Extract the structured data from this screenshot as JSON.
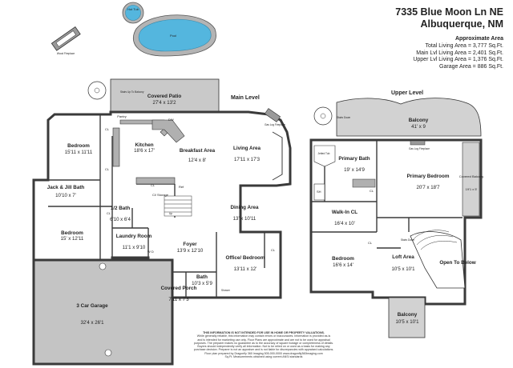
{
  "header": {
    "address_line1": "7335 Blue Moon Ln NE",
    "address_line2": "Albuquerque, NM"
  },
  "areas": {
    "heading": "Approximate Area",
    "total": "Total Living Area = 3,777 Sq.Ft.",
    "main": "Main Lvl Living Area = 2,401 Sq.Ft.",
    "upper": "Upper Lvl Living Area = 1,376 Sq.Ft.",
    "garage": "Garage Area = 886 Sq.Ft."
  },
  "levels": {
    "main": "Main Level",
    "upper": "Upper Level"
  },
  "outdoor": {
    "hot_tub": "Hot Tub",
    "pool": "Pool",
    "wood_fireplace": "Wood Fireplace"
  },
  "main_rooms": {
    "covered_patio": {
      "name": "Covered Patio",
      "dim": "27'4 x 13'2"
    },
    "stairs_to_balcony": "Stairs Up To Balcony",
    "bedroom_nw": {
      "name": "Bedroom",
      "dim": "15'11 x 11'11"
    },
    "kitchen": {
      "name": "Kitchen",
      "dim": "18'6 x 17'"
    },
    "pantry": "Pantry",
    "breakfast": {
      "name": "Breakfast Area",
      "dim": "12'4 x 8'"
    },
    "living": {
      "name": "Living Area",
      "dim": "17'11 x 17'3"
    },
    "gas_fireplace": "Gas Log Fireplace",
    "jack_jill": {
      "name": "Jack & Jill Bath",
      "dim": "10'10 x 7'"
    },
    "half_bath": {
      "name": "1/2 Bath",
      "dim": "6'10 x 6'4"
    },
    "cl_storage": "Cl/ Storage",
    "dining": {
      "name": "Dining Area",
      "dim": "13' x 10'11"
    },
    "bedroom_sw": {
      "name": "Bedroom",
      "dim": "15' x 12'11"
    },
    "laundry": {
      "name": "Laundry Room",
      "dim": "11'1 x 9'10"
    },
    "foyer": {
      "name": "Foyer",
      "dim": "13'9 x 12'10"
    },
    "office": {
      "name": "Office/ Bedroom",
      "dim": "13'11 x 12'"
    },
    "bath": {
      "name": "Bath",
      "dim": "10'3 x 5'9"
    },
    "covered_porch": {
      "name": "Covered Porch",
      "dim": "7'11 x 7'3"
    },
    "garage": {
      "name": "3 Car Garage",
      "dim": "32'4 x 26'1"
    },
    "cl": "CL",
    "wd": "W D",
    "dw": "DW",
    "ref": "Ref",
    "tub_shower": "Tub/ Shower",
    "shower": "Shower",
    "stairs_up": "Up"
  },
  "upper_rooms": {
    "balcony_top": {
      "name": "Balcony",
      "dim": "41' x 9"
    },
    "stairs_down": "Stairs Down",
    "gas_fireplace": "Gas Log Fireplace",
    "primary_bath": {
      "name": "Primary Bath",
      "dim": "19' x 14'9"
    },
    "jetted_tub": "Jetted Tub",
    "sh": "SH",
    "primary_bedroom": {
      "name": "Primary Bedroom",
      "dim": "20'7 x 18'7"
    },
    "covered_balcony": {
      "name": "Covered Balcony",
      "dim": "19'1 x 5'"
    },
    "walk_in": {
      "name": "Walk-In CL",
      "dim": "16'4 x 10'"
    },
    "stairs_down2": "Stairs Down",
    "bedroom": {
      "name": "Bedroom",
      "dim": "16'6 x 14'"
    },
    "loft": {
      "name": "Loft Area",
      "dim": "10'5 x 10'1"
    },
    "open_below": "Open To Below",
    "balcony_bottom": {
      "name": "Balcony",
      "dim": "10'5 x 10'1"
    },
    "cl": "CL"
  },
  "disclaimer": [
    "THIS INFORMATION IS NOT INTENDED FOR USE IN HOME OR PROPERTY VALUATIONS.",
    "While generally reliable, this information may contain errors or inaccuracies. Information is provided as-is",
    "and is intended for marketing use only. Floor Plans are approximate and are not to be used for appraisal",
    "purposes. The preparer makes no guarantee as to the accuracy of square footage or completeness of details.",
    "Buyers should independently verify all information. Not to be relied on or used as a basis for making any",
    "purchase decision. Preparer is not an appraiser and is not liable for discrepancies with appraised calculations.",
    "Floor plan prepared by Dragonfly 360 Imaging 505-000-0000  www.dragonfly360imaging.com",
    "Sq.Ft. Measurements obtained using current ANSI standards"
  ],
  "colors": {
    "wall": "#3a3a3a",
    "floor": "#ffffff",
    "patio": "#c9c9c9",
    "garage": "#c4c4c4",
    "balcony": "#d2d2d2",
    "pool_water": "#54b6de",
    "pool_edge": "#b4b4b4",
    "counter": "#b0b0b0"
  }
}
